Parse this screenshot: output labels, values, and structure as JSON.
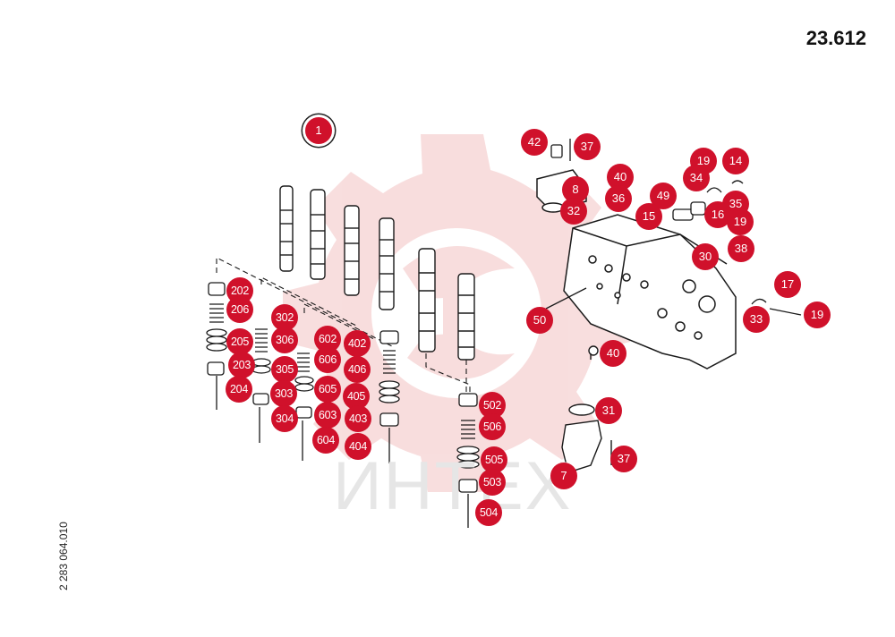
{
  "header": {
    "page_number": "23.612"
  },
  "side_label": "2 283 064.010",
  "watermark": {
    "text": "ИНТЕХ",
    "color": "#f3c3c3"
  },
  "colors": {
    "callout": "#d0112b",
    "line": "#1a1a1a"
  },
  "callouts": [
    "1",
    "42",
    "37",
    "8",
    "32",
    "40",
    "36",
    "49",
    "19",
    "14",
    "34",
    "35",
    "15",
    "16",
    "19",
    "38",
    "30",
    "17",
    "33",
    "19",
    "50",
    "40",
    "31",
    "37",
    "7",
    "202",
    "206",
    "302",
    "205",
    "306",
    "602",
    "402",
    "203",
    "305",
    "606",
    "406",
    "204",
    "303",
    "605",
    "405",
    "304",
    "603",
    "403",
    "604",
    "404",
    "502",
    "506",
    "505",
    "503",
    "504"
  ]
}
